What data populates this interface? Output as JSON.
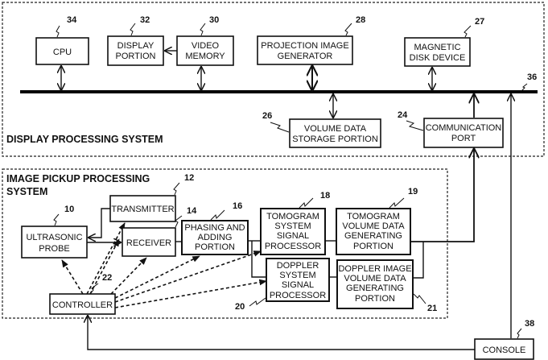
{
  "groups": {
    "display": {
      "title": "DISPLAY PROCESSING SYSTEM"
    },
    "pickup": {
      "title_line1": "IMAGE PICKUP PROCESSING",
      "title_line2": "SYSTEM"
    }
  },
  "bus": {
    "ref": "36"
  },
  "blocks": {
    "cpu": {
      "ref": "34",
      "lines": [
        "CPU"
      ]
    },
    "display_portion": {
      "ref": "32",
      "lines": [
        "DISPLAY",
        "PORTION"
      ]
    },
    "video_memory": {
      "ref": "30",
      "lines": [
        "VIDEO",
        "MEMORY"
      ]
    },
    "projection": {
      "ref": "28",
      "lines": [
        "PROJECTION IMAGE",
        "GENERATOR"
      ]
    },
    "magnetic_disk": {
      "ref": "27",
      "lines": [
        "MAGNETIC",
        "DISK DEVICE"
      ]
    },
    "volume_storage": {
      "ref": "26",
      "lines": [
        "VOLUME DATA",
        "STORAGE PORTION"
      ]
    },
    "comm_port": {
      "ref": "24",
      "lines": [
        "COMMUNICATION",
        "PORT"
      ]
    },
    "transmitter": {
      "ref": "12",
      "lines": [
        "TRANSMITTER"
      ]
    },
    "probe": {
      "ref": "10",
      "lines": [
        "ULTRASONIC",
        "PROBE"
      ]
    },
    "receiver": {
      "ref": "14",
      "lines": [
        "RECEIVER"
      ]
    },
    "phasing": {
      "ref": "16",
      "lines": [
        "PHASING AND",
        "ADDING",
        "PORTION"
      ]
    },
    "tomo_signal": {
      "ref": "18",
      "lines": [
        "TOMOGRAM",
        "SYSTEM",
        "SIGNAL",
        "PROCESSOR"
      ]
    },
    "doppler_signal": {
      "ref": "20",
      "lines": [
        "DOPPLER",
        "SYSTEM",
        "SIGNAL",
        "PROCESSOR"
      ]
    },
    "tomo_volume": {
      "ref": "19",
      "lines": [
        "TOMOGRAM",
        "VOLUME DATA",
        "GENERATING",
        "PORTION"
      ]
    },
    "doppler_volume": {
      "ref": "21",
      "lines": [
        "DOPPLER IMAGE",
        "VOLUME DATA",
        "GENERATING",
        "PORTION"
      ]
    },
    "controller": {
      "ref": "22",
      "lines": [
        "CONTROLLER"
      ]
    },
    "console": {
      "ref": "38",
      "lines": [
        "CONSOLE"
      ]
    }
  }
}
